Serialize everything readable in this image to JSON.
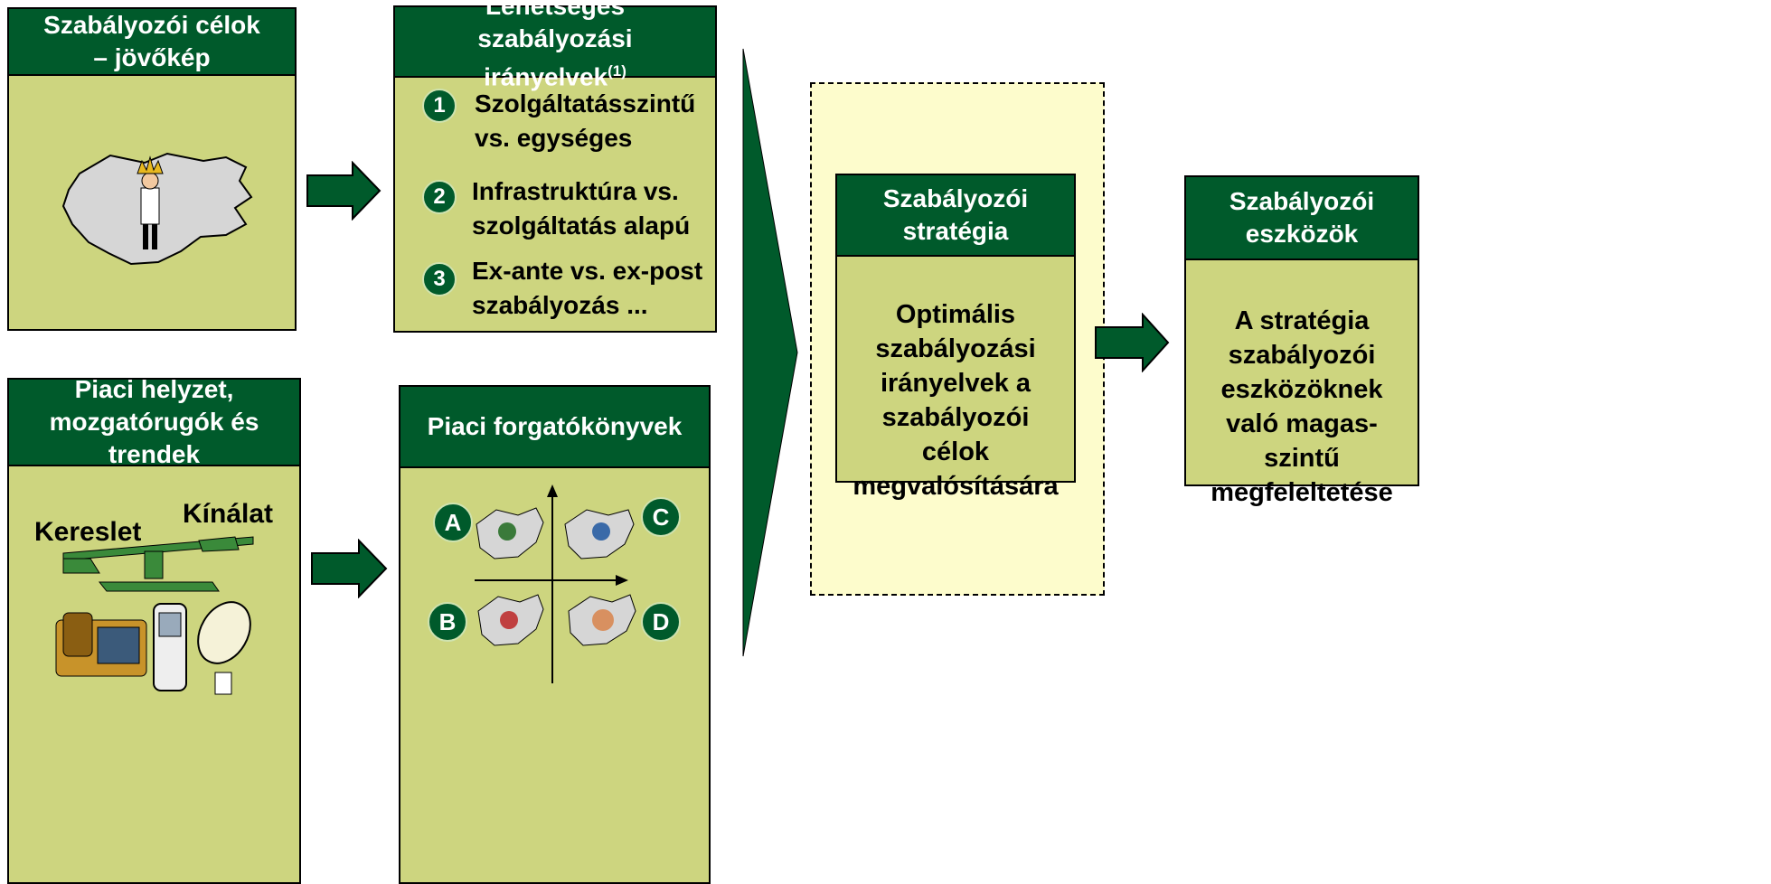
{
  "goals": {
    "title": "Szabályozói célok – jövőkép"
  },
  "guidelines": {
    "title": "Lehetséges szabályozási irányelvek",
    "title_sup": "(1)",
    "items": [
      {
        "num": "1",
        "line1": "Szolgáltatásszintű",
        "line2": "vs. egységes"
      },
      {
        "num": "2",
        "line1": "Infrastruktúra vs.",
        "line2": "szolgáltatás alapú"
      },
      {
        "num": "3",
        "line1": "Ex-ante vs. ex-post",
        "line2": "szabályozás ..."
      }
    ]
  },
  "market": {
    "title": "Piaci helyzet, mozgatórugók és trendek",
    "demand": "Kereslet",
    "supply": "Kínálat"
  },
  "scenarios": {
    "title": "Piaci forgatókönyvek",
    "quadrants": [
      "A",
      "B",
      "C",
      "D"
    ]
  },
  "strategy": {
    "title": "Szabályozói stratégia",
    "body": "Optimális szabályozási irányelvek a szabályozói célok megvalósítására"
  },
  "tools": {
    "title": "Szabályozói eszközök",
    "body": "A stratégia szabályozói eszközöknek való magas-szintű megfeleltetése"
  },
  "colors": {
    "dark_green": "#005a2b",
    "olive_fill": "#cdd57f",
    "yellow_panel": "#fdfccc"
  }
}
